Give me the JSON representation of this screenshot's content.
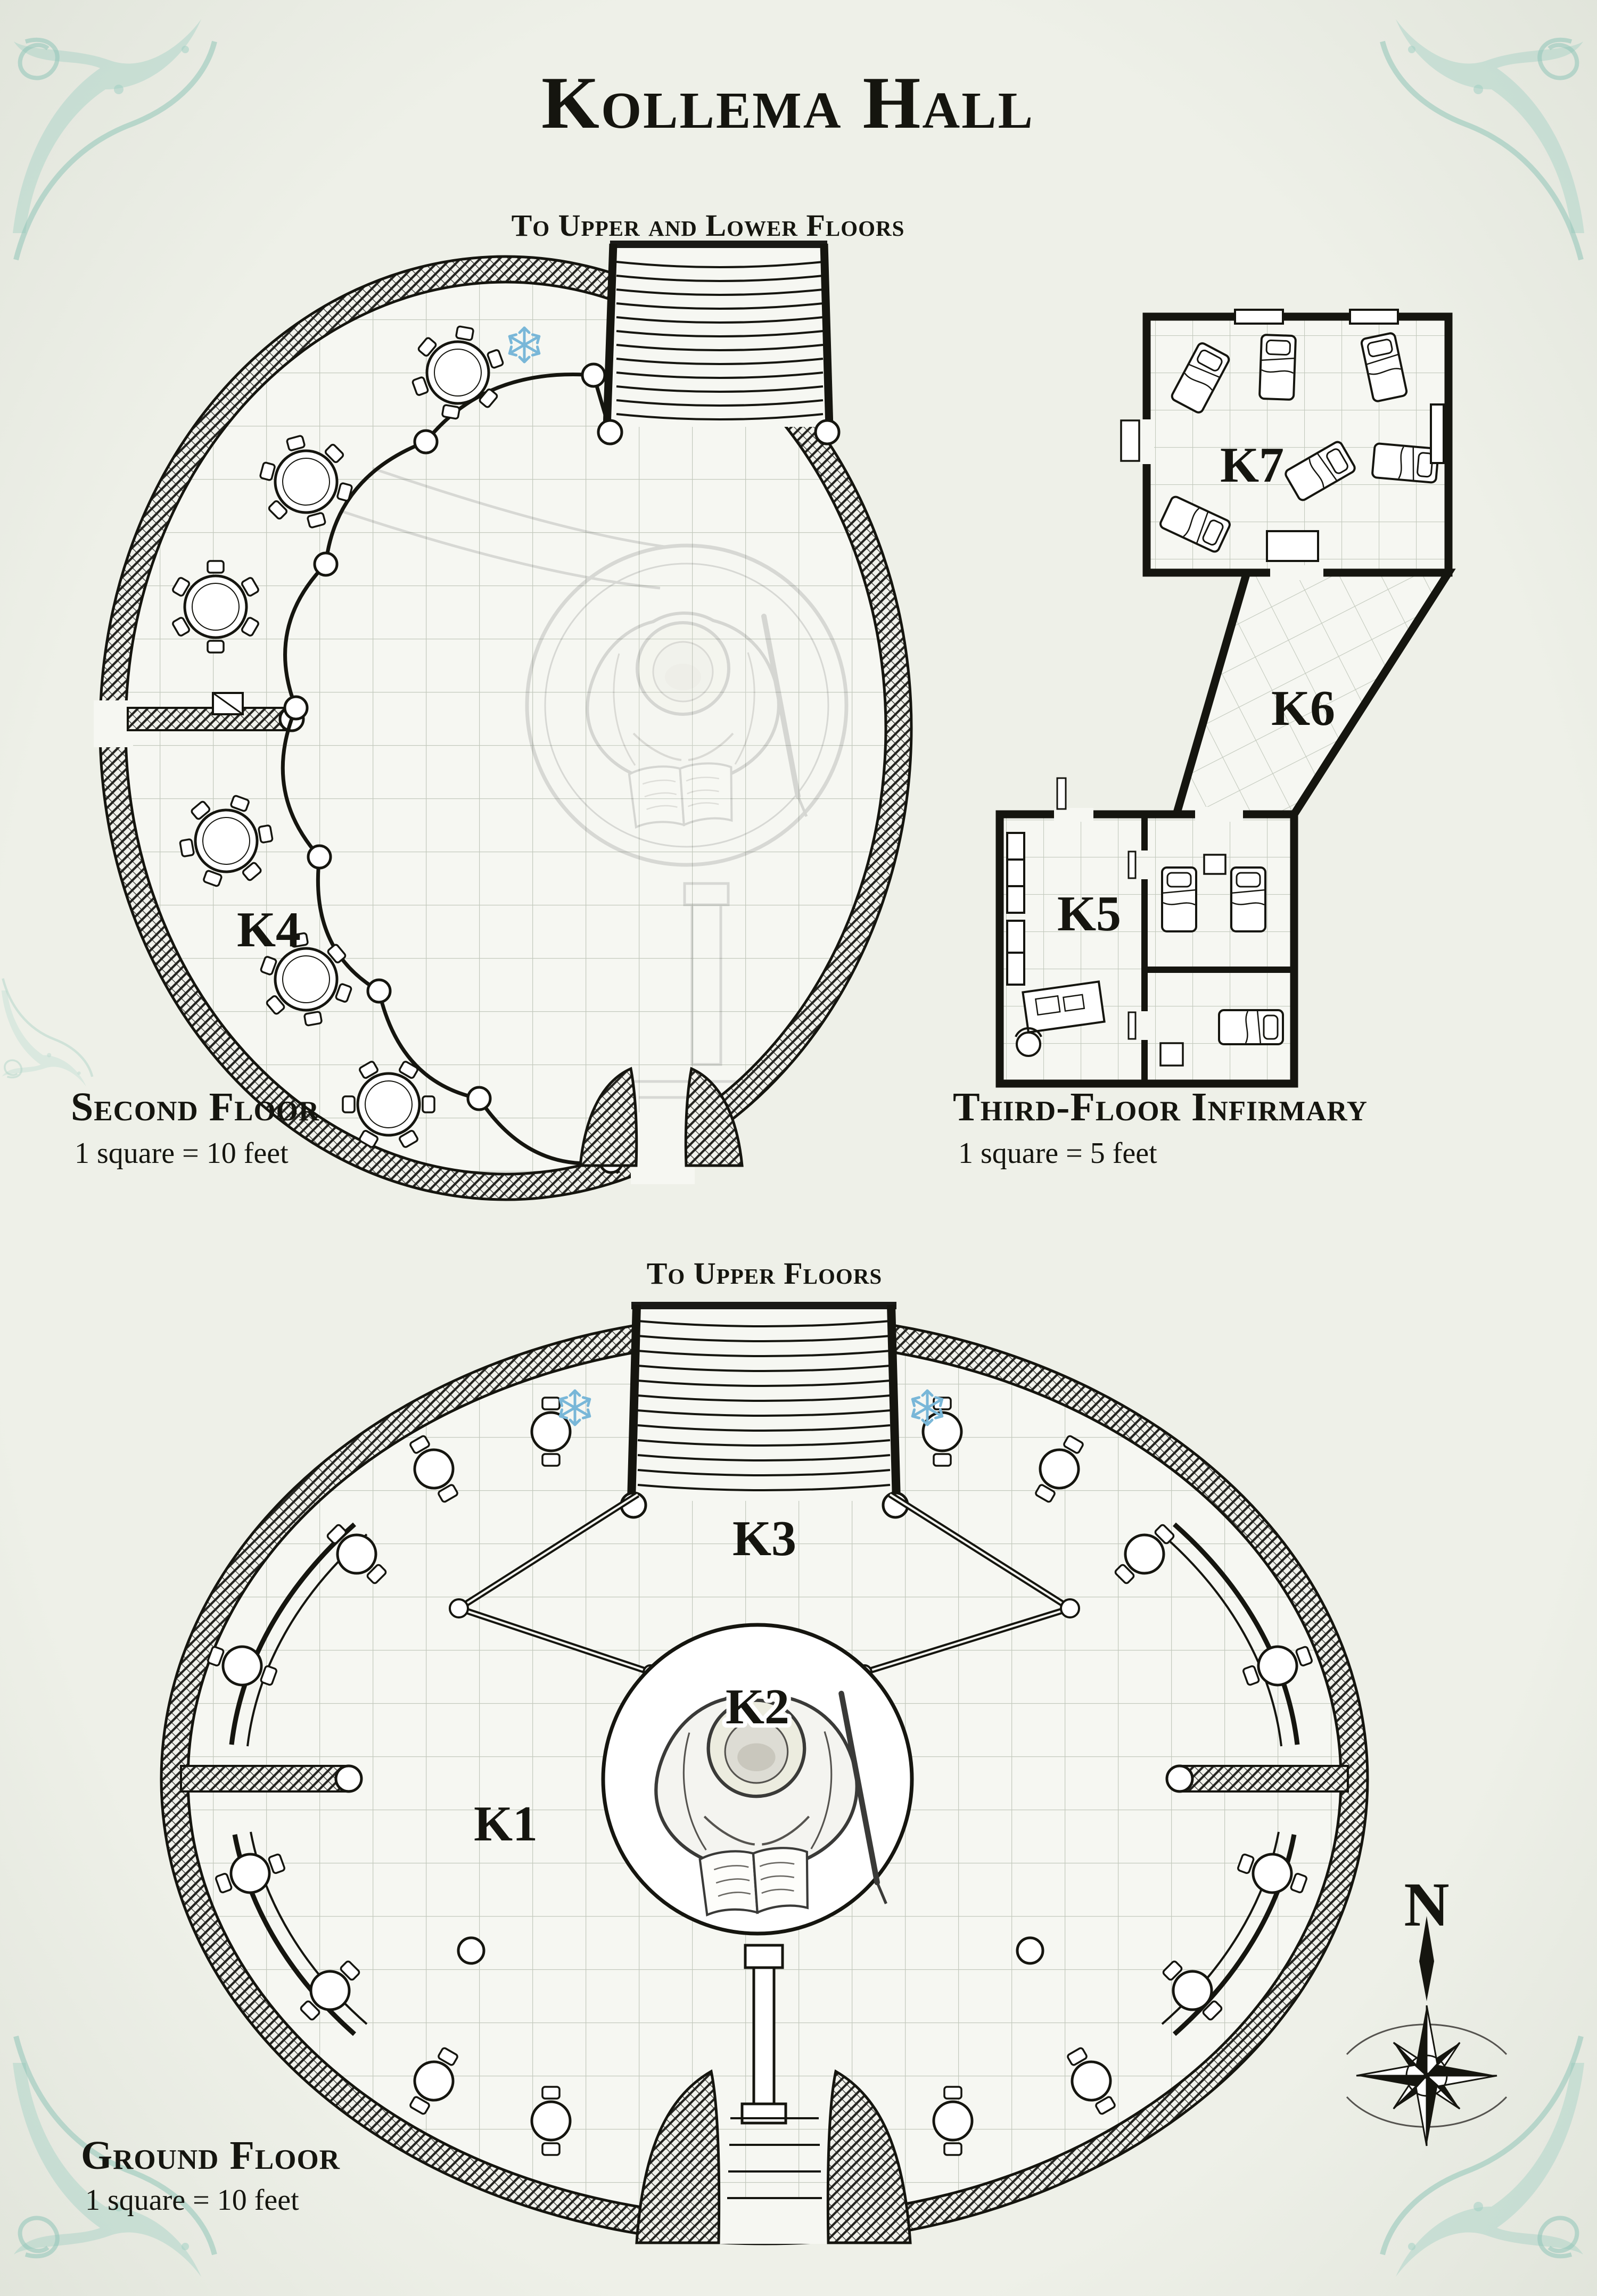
{
  "page": {
    "title": "Kollema Hall"
  },
  "second_floor": {
    "heading": "Second Floor",
    "scale_note": "1 square = 10 feet",
    "stairs_label": "To Upper and Lower Floors",
    "rooms": [
      {
        "label": "K4"
      }
    ]
  },
  "infirmary": {
    "heading": "Third-Floor Infirmary",
    "scale_note": "1 square = 5 feet",
    "rooms": [
      {
        "label": "K5"
      },
      {
        "label": "K6"
      },
      {
        "label": "K7"
      }
    ]
  },
  "ground_floor": {
    "heading": "Ground Floor",
    "scale_note": "1 square = 10 feet",
    "stairs_label": "To Upper Floors",
    "rooms": [
      {
        "label": "K1"
      },
      {
        "label": "K2"
      },
      {
        "label": "K3"
      }
    ]
  },
  "compass": {
    "north": "N"
  },
  "colors": {
    "paper": "#eef0e8",
    "floor": "#f6f7f2",
    "ink": "#15150f",
    "grid": "#c3c9bd",
    "accent_teal": "#8fc4b8",
    "snowflake_blue": "#79b7d8"
  }
}
